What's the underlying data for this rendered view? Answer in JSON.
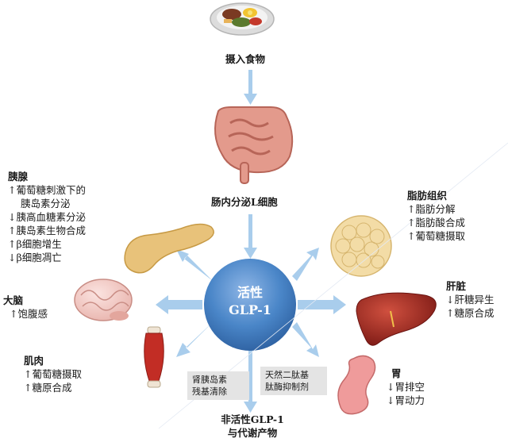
{
  "intake": {
    "label": "摄入食物"
  },
  "l_cell": {
    "label": "肠内分泌L细胞"
  },
  "center": {
    "line1": "活性",
    "line2": "GLP-1"
  },
  "pancreas": {
    "title": "胰腺",
    "effects": [
      "↑葡萄糖刺激下的",
      "胰岛素分泌",
      "↓胰高血糖素分泌",
      "↑胰岛素生物合成",
      "↑β细胞增生",
      "↓β细胞凋亡"
    ]
  },
  "adipose": {
    "title": "脂肪组织",
    "effects": [
      "↑脂肪分解",
      "↑脂肪酸合成",
      "↑葡萄糖摄取"
    ]
  },
  "brain": {
    "title": "大脑",
    "effects": [
      "↑饱腹感"
    ]
  },
  "liver": {
    "title": "肝脏",
    "effects": [
      "↓肝糖异生",
      "↑糖原合成"
    ]
  },
  "muscle": {
    "title": "肌肉",
    "effects": [
      "↑葡萄糖摄取",
      "↑糖原合成"
    ]
  },
  "stomach": {
    "title": "胃",
    "effects": [
      "↓胃排空",
      "↓胃动力"
    ]
  },
  "renal_box": {
    "line1": "肾胰岛素",
    "line2": "残基清除"
  },
  "dpp4_box": {
    "line1": "天然二肽基",
    "line2": "肽酶抑制剂"
  },
  "product": {
    "line1": "非活性GLP-1",
    "line2": "与代谢产物"
  },
  "colors": {
    "arrow": "#a9cdec",
    "center_circle": "#3f7fc4",
    "organ_pancreas": "#e8c27a",
    "organ_liver": "#a52a22",
    "organ_intestine": "#e39a8c",
    "organ_stomach": "#ef9b9b"
  }
}
